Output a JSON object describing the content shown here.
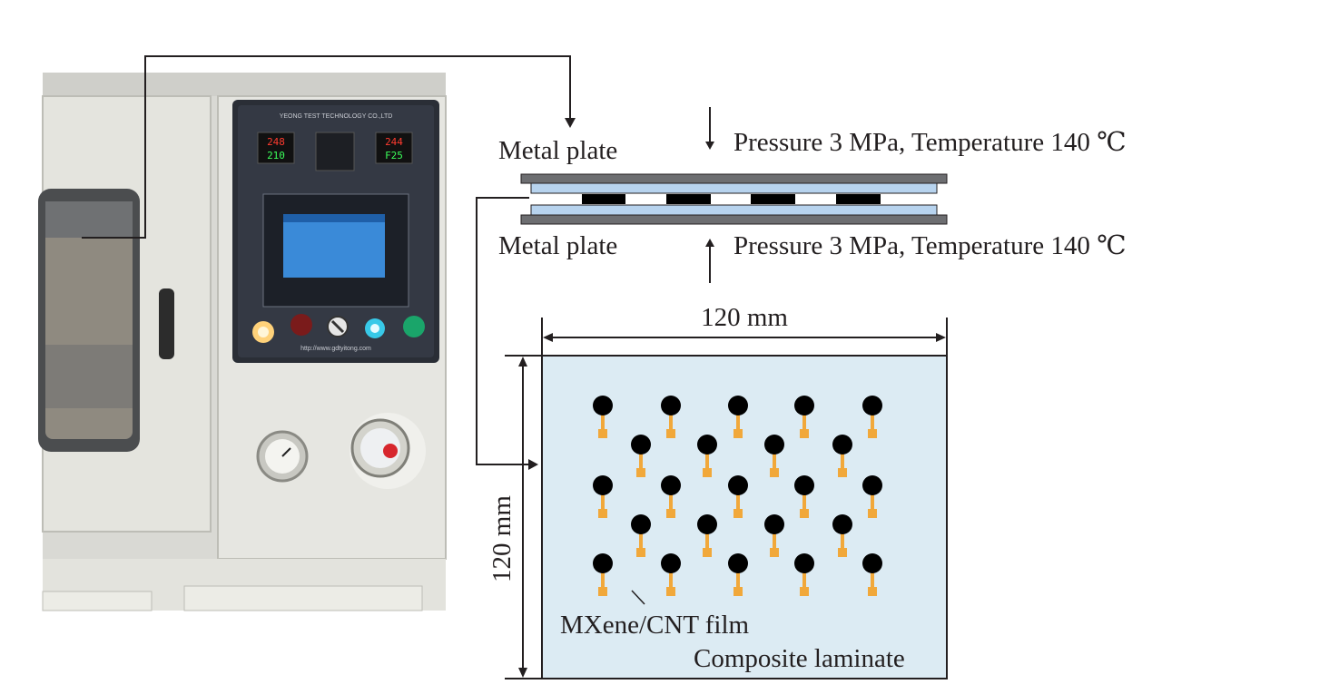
{
  "labels": {
    "metal_plate_top": "Metal plate",
    "metal_plate_bottom": "Metal plate",
    "pressure_top": "Pressure 3 MPa, Temperature 140 ℃",
    "pressure_bottom": "Pressure 3 MPa, Temperature 140 ℃",
    "width_dim": "120 mm",
    "height_dim": "120 mm",
    "film": "MXene/CNT film",
    "laminate": "Composite laminate"
  },
  "machine_panel": {
    "brand_line": "YEONG TEST TECHNOLOGY CO.,LTD",
    "url": "http://www.gdtyitong.com",
    "display_left_top": "248",
    "display_left_bottom": "210",
    "display_right_top": "244",
    "display_right_bottom": "F25"
  },
  "colors": {
    "plate": "#6d6e71",
    "inner_plate": "#b7d3ee",
    "laminate_fill": "#dcebf3",
    "sensor_head": "#000000",
    "sensor_lead": "#f1a83a",
    "film_strip": "#000000"
  },
  "sensor_grid": {
    "rows": 5,
    "full_row_count": 5,
    "offset_row_count": 4
  }
}
